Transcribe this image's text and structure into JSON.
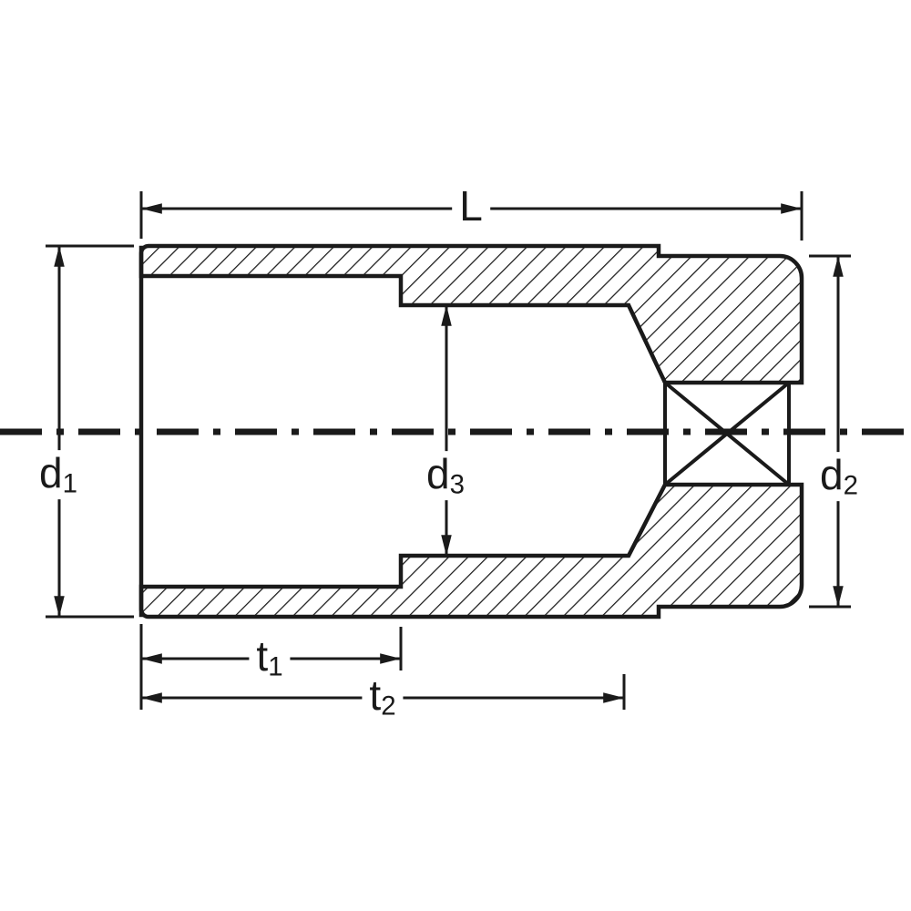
{
  "diagram": {
    "name": "socket-cross-section-dimension-drawing",
    "colors": {
      "ink": "#1a1a1a",
      "background": "#ffffff"
    },
    "labels": {
      "L": {
        "base": "L",
        "sub": ""
      },
      "d1": {
        "base": "d",
        "sub": "1"
      },
      "d2": {
        "base": "d",
        "sub": "2"
      },
      "d3": {
        "base": "d",
        "sub": "3"
      },
      "t1": {
        "base": "t",
        "sub": "1"
      },
      "t2": {
        "base": "t",
        "sub": "2"
      }
    }
  }
}
